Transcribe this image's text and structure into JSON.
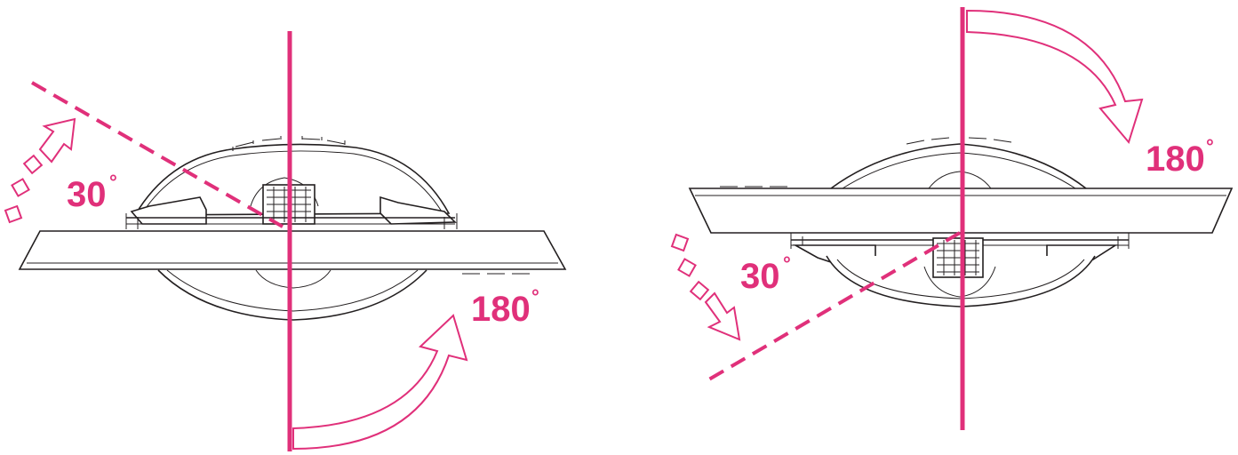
{
  "accent_color": "#e0307a",
  "line_color": "#231f20",
  "left_diagram": {
    "tilt_label": "30",
    "swivel_label": "180",
    "degree_symbol": "°"
  },
  "right_diagram": {
    "tilt_label": "30",
    "swivel_label": "180",
    "degree_symbol": "°"
  }
}
